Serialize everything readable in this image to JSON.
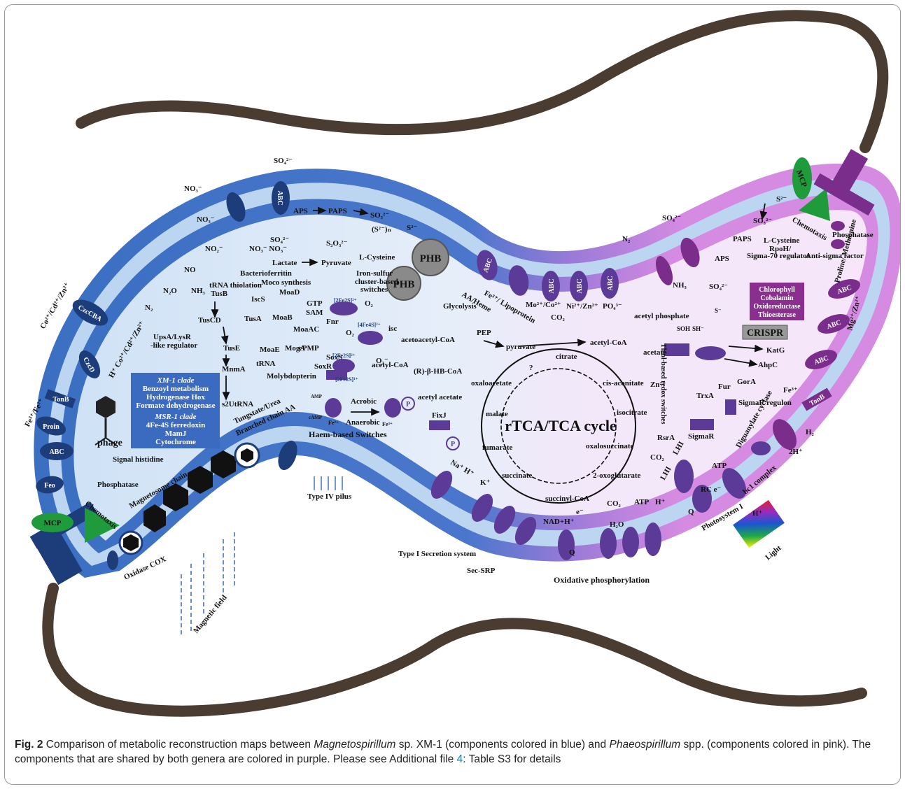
{
  "caption": {
    "fig_label": "Fig. 2",
    "part1": " Comparison of metabolic reconstruction maps between ",
    "genus1": "Magnetospirillum",
    "part2": " sp. XM-1 (components colored in blue) and ",
    "genus2": "Phaeospirillum",
    "part3": " spp. (components colored in pink). The components that are shared by both genera are colored in purple. Please see Additional file ",
    "file_link": "4",
    "part4": ": Table S3 for details"
  },
  "labels": {
    "so4_top": "SO₄²⁻",
    "no3_top": "NO₃⁻",
    "no3_in": "NO₃⁻",
    "no2": "NO₂⁻",
    "no3_no3": "NO₃⁻ NO₃⁻",
    "no": "NO",
    "n2o": "N₂O",
    "n2": "N₂",
    "nh3": "NH₃",
    "aps": "APS",
    "paps": "PAPS",
    "so3": "SO₃²⁻",
    "s2": "S²⁻",
    "sn": "(S²⁻)ₙ",
    "s2o3": "S₂O₃²⁻",
    "so4_in": "SO₄²⁻",
    "lcys": "L-Cysteine",
    "lactate": "Lactate",
    "pyruvate_l": "Pyruvate",
    "bacterioferritin": "Bacterioferritin",
    "trna_thiolation": "tRNA thiolation",
    "tusb": "TusB",
    "iscs": "IscS",
    "tusa": "TusA",
    "tuscd": "TusCD",
    "tuse": "TusE",
    "mnma": "MnmA",
    "s2utrna": "s2UtRNA",
    "moco": "Moco synthesis",
    "moad": "MoaD",
    "moab": "MoaB",
    "moae": "MoaE",
    "moga": "MogA",
    "gtp": "GTP",
    "sam": "SAM",
    "moaac": "MoaAC",
    "cpmp": "cPMP",
    "trna": "tRNA",
    "molybdopterin": "Molybdopterin",
    "iron_sulfur": "Iron-sulfur",
    "cluster_based": "cluster-based",
    "switches": "switches",
    "fe2s_a": "[2Fe2S]²⁺",
    "o2": "O₂",
    "fnr": "Fnr",
    "fe4s": "[4Fe4S]²⁺",
    "isc": "isc",
    "o2b": "O₂",
    "soxs": "SoxS",
    "soxr": "SoxR",
    "fe2s_b": "[2Fe2S]²⁺",
    "fe2s_c": "[2Fe2S]¹⁺",
    "o2m": "O₂⁻",
    "upsa": "UpsA/LysR",
    "like_reg": "-like regulator",
    "xm1_title": "XM-1 clade",
    "xm1_1": "Benzoyl metabolism",
    "xm1_2": "Hydrogenase Hox",
    "xm1_3": "Formate dehydrogenase",
    "msr_title": "MSR-1 clade",
    "msr_1": "4Fe-4S ferredoxin",
    "msr_2": "MamJ",
    "msr_3": "Cytochrome",
    "tungstate": "Tungstate/Urea",
    "branched": "Branched chain AA",
    "amp": "AMP",
    "camp": "cAMP",
    "acrobic": "Acrobic",
    "anaerobic": "Anaerobic",
    "fe2": "Fe²⁺",
    "fe3": "Fe³⁺",
    "haem": "Haem-based Switches",
    "fixj": "FixJ",
    "p": "P",
    "phb1": "PHB",
    "phb2": "PHB",
    "glycolysis": "Glycolysis",
    "acetoacetyl": "acetoacetyl-CoA",
    "acetyl_coa_l": "acetyl-CoA",
    "rbhb": "(R)-β-HB-CoA",
    "acetyl_acetate": "acetyl acetate",
    "aa_heme": "AA/Heme",
    "fe_lipo": "Fe³⁺/ Lipoprotein",
    "mo_co": "Mo²⁺/Co²⁺",
    "ni_zn": "Ni²⁺/Zn²⁺",
    "po4": "PO₄³⁻",
    "co2_top": "CO₂",
    "pep": "PEP",
    "pyruvate": "pyruvate",
    "acetyl_coa": "acetyl-CoA",
    "acetyl_phosphate": "acetyl phosphate",
    "acetate": "acetate",
    "citrate": "citrate",
    "q": "?",
    "oxaloacetate": "oxaloacetate",
    "cis_aconitate": "cis-aconitate",
    "isocitrate": "isocitrate",
    "malate": "malate",
    "tca": "rTCA/TCA cycle",
    "fumarate": "fumarate",
    "oxalosuccinate": "oxalosuccinate",
    "co2_r": "CO₂",
    "succinate": "succinate",
    "oxoglutarate": "2-oxoglutarate",
    "succinyl_coa": "succinyl-CoA",
    "co2_b": "CO₂",
    "atp": "ATP",
    "hplus": "H⁺",
    "nadh": "NAD+H⁺",
    "e": "e⁻",
    "h2o": "H₂O",
    "ox_phos": "Oxidative phosphorylation",
    "type1": "Type I Secretion system",
    "sec": "Sec-SRP",
    "typeiv": "Type IV pilus",
    "magnetic": "Magnetic field",
    "magnetosome": "Magnetosome chain",
    "oxidase": "Oxidase COX",
    "chemotaxis_l": "Chemotaxis",
    "mcp_l": "MCP",
    "phage": "phage",
    "signal_hist": "Signal histidine",
    "phosphatase_l": "Phosphatase",
    "tonb_l": "TonB",
    "proin": "Proin",
    "abc": "ABC",
    "feo": "Feo",
    "czcd": "CzcD",
    "czcba": "CzcCBA",
    "metals_l": "Co²⁺/Cd²⁺/Zn²⁺",
    "metals_l2": "H⁺ Co²⁺/Cd²⁺/Zn²⁺",
    "fe_l": "Fe³⁺/Fe²⁺",
    "n2_r": "N₂",
    "nh3_r": "NH₃",
    "so4_r": "SO₄²⁻",
    "aps_r": "APS",
    "paps_r": "PAPS",
    "so3_r": "SO₃²⁻",
    "s2_r": "S²⁻",
    "lcys_r": "L-Cysteine",
    "rpoh": "RpoH/",
    "sigma70": "Sigma-70 regulator",
    "anti_sigma": "Anti-sigma factor",
    "so4_r2": "SO₄²⁻",
    "chemotaxis_r": "Chemotaxis",
    "phosphatase_r": "Phosphatase",
    "mcp_r": "MCP",
    "chl1": "Chlorophyll",
    "chl2": "Cobalamin",
    "chl3": "Oxidoreductase",
    "chl4": "Thioesterase",
    "crispr": "CRISPR",
    "katg": "KatG",
    "ahpc": "AhpC",
    "fur": "Fur",
    "gora": "GorA",
    "trxa": "TrxA",
    "thiol": "Thiol-based redox switches",
    "sigmar_reg": "SigmaR regulon",
    "sigmar": "SigmaR",
    "rsra": "RsrA",
    "zn": "Zn²⁺",
    "diguanylate": "Diguanylate cyclase",
    "lhi": "LHI",
    "lhii": "LHI",
    "bc1": "bc1 complex",
    "atp_r": "ATP",
    "rc": "RC e⁻",
    "photosystem": "Photosystem I",
    "light": "Light",
    "h2": "H₂",
    "h2b": "2H⁺",
    "tonb_r": "TonB",
    "fe_r": "Fe³⁺",
    "mg_zn": "Mg²⁺/Zn²⁺",
    "proline": "Proline/ Methionine",
    "soh": "SOH",
    "sh": "SH⁻",
    "s_minus": "S⁻",
    "s_s": "S",
    "sh_s": "SH",
    "h_r": "H⁺",
    "na_h": "Na⁺ H⁺",
    "k": "K⁺",
    "q_ox": "Q",
    "q_ps": "Q"
  },
  "colors": {
    "blue_membrane": "#3f74c4",
    "blue_fill": "#cfe3f7",
    "pink_membrane": "#d58be0",
    "pink_fill": "#f6e4f8",
    "navy": "#1d3d7a",
    "purple": "#5c3a97",
    "violet": "#7a2d8a",
    "green": "#1f9b3c",
    "flagellum": "#4a3c30",
    "xm1_box": "#3b6bc1",
    "chl_box": "#8a2f8f",
    "phb": "#8a8a8a"
  }
}
